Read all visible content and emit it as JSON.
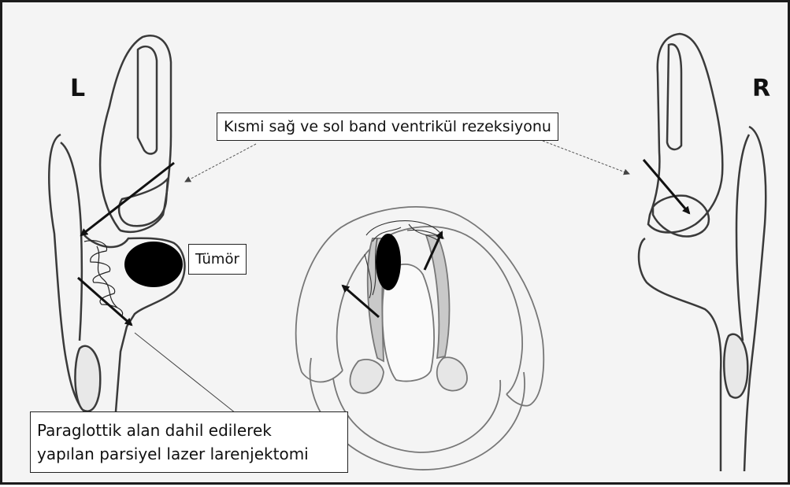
{
  "labels": {
    "left_side": "L",
    "right_side": "R",
    "resection": "Kısmi sağ ve sol band ventrikül rezeksiyonu",
    "tumor": "Tümör",
    "procedure_line1": "Paraglottik alan dahil edilerek",
    "procedure_line2": "yapılan parsiyel lazer larenjektomi"
  },
  "colors": {
    "outline": "#3a3a3a",
    "tumor_fill": "#000000",
    "vocal_fold_fill": "#c9c9c9",
    "background": "#f4f4f4"
  }
}
